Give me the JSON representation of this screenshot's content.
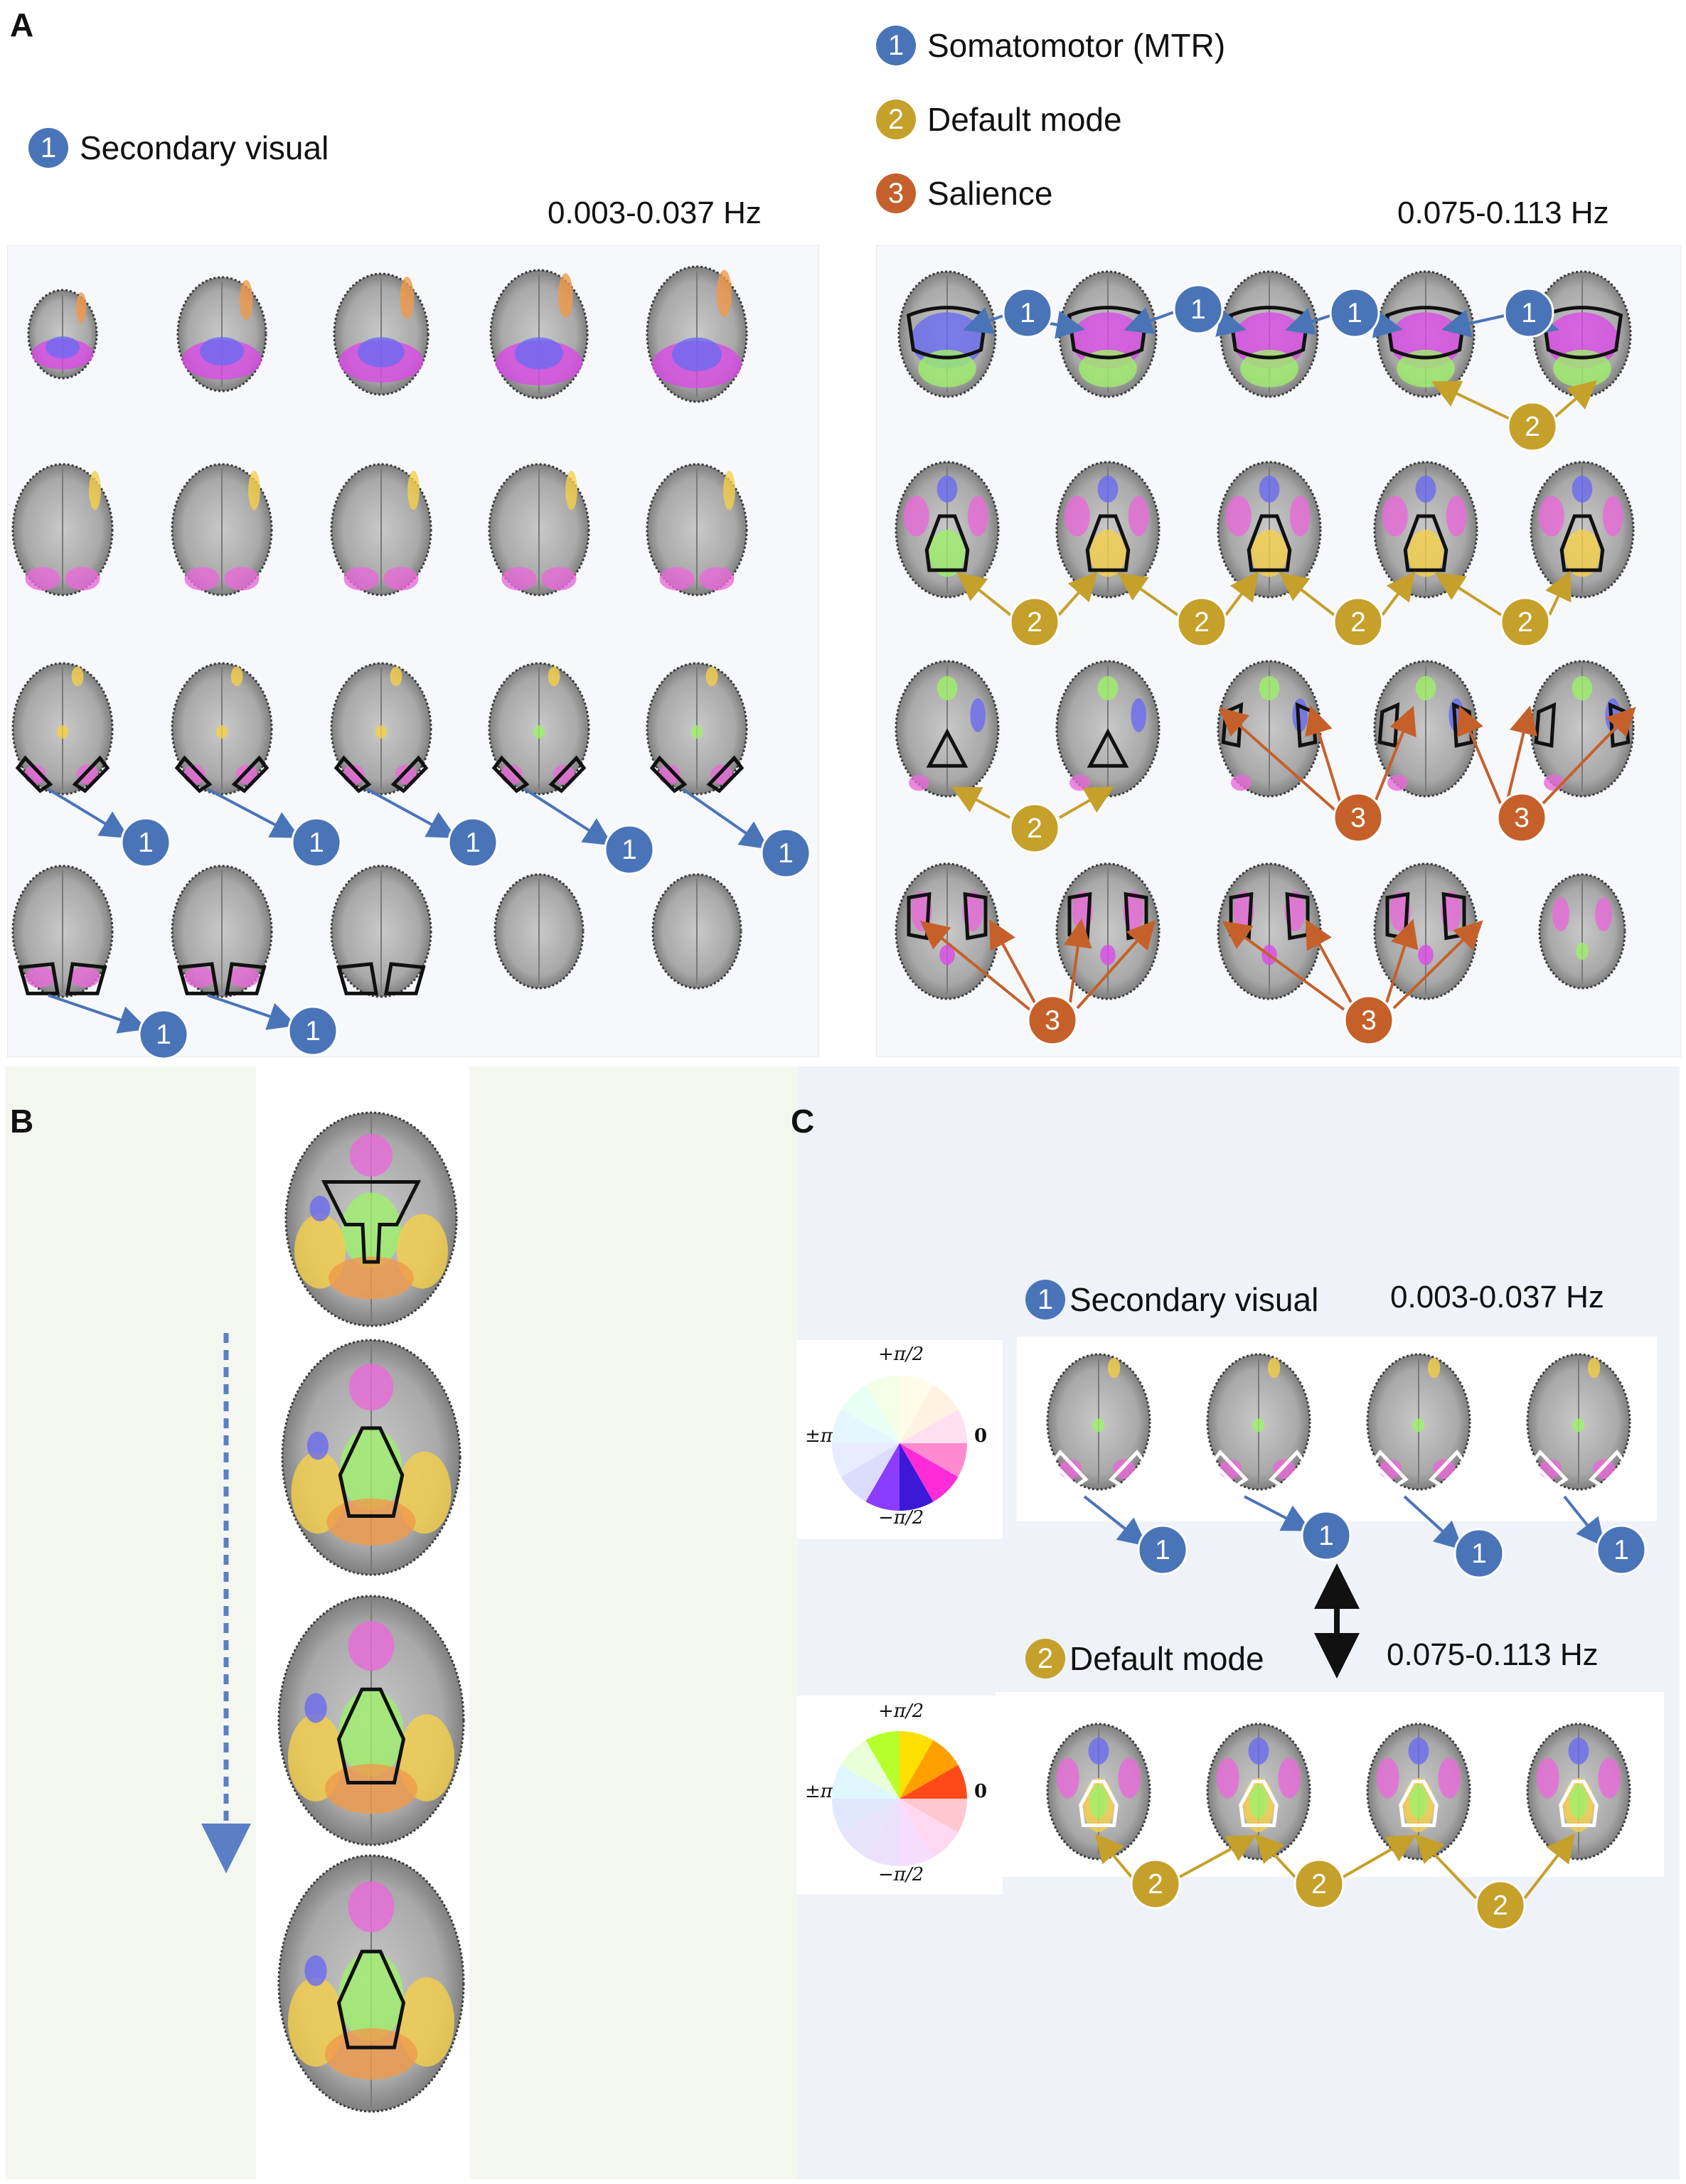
{
  "panels": {
    "a": {
      "letter": "A",
      "left_legend": [
        {
          "num": "1",
          "label": "Secondary visual",
          "color": "#4a74b8"
        }
      ],
      "right_legend": [
        {
          "num": "1",
          "label": "Somatomotor (MTR)",
          "color": "#4a74b8"
        },
        {
          "num": "2",
          "label": "Default mode",
          "color": "#c5a02a"
        },
        {
          "num": "3",
          "label": "Salience",
          "color": "#c5602a"
        }
      ],
      "left_freq": "0.003-0.037 Hz",
      "right_freq": "0.075-0.113 Hz"
    },
    "b": {
      "letter": "B"
    },
    "c": {
      "letter": "C",
      "top_legend": {
        "num": "1",
        "label": "Secondary visual",
        "freq": "0.003-0.037 Hz",
        "color": "#4a74b8"
      },
      "bottom_legend": {
        "num": "2",
        "label": "Default mode",
        "freq": "0.075-0.113 Hz",
        "color": "#c5a02a"
      },
      "colorwheel_top": {
        "top": "+π/2",
        "bottom": "−π/2",
        "left": "±π",
        "right": "0"
      },
      "colorwheel_bottom": {
        "top": "+π/2",
        "bottom": "−π/2",
        "left": "±π",
        "right": "0"
      }
    }
  },
  "network_colors": {
    "1": "#4a74b8",
    "2": "#c5a02a",
    "3": "#c5602a"
  }
}
